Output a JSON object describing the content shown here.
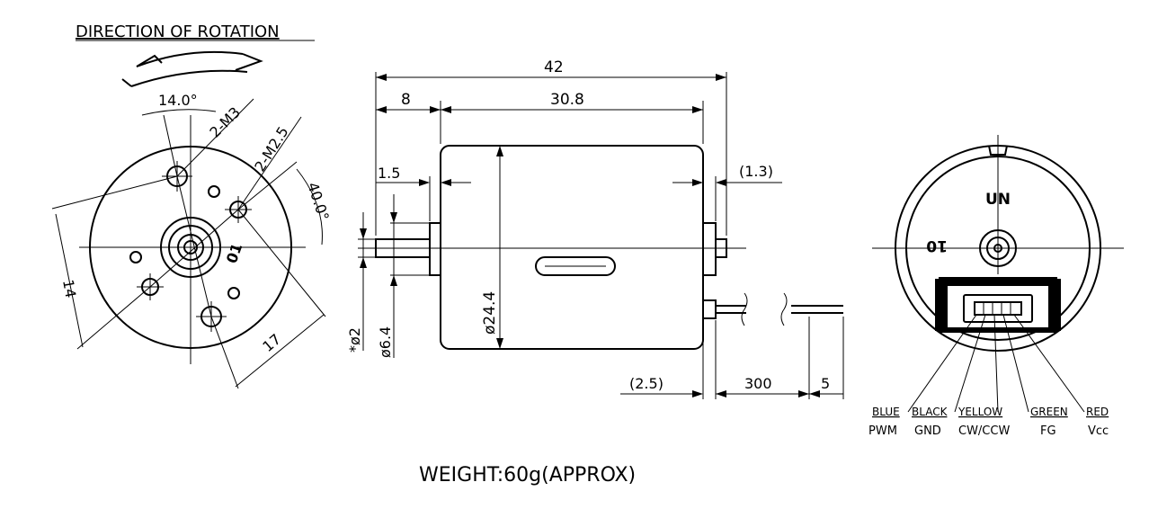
{
  "front_view": {
    "heading": "DIRECTION OF ROTATION",
    "dims": {
      "angle_top": "14.0°",
      "thread_m3": "2-M3",
      "thread_m25": "2-M2.5",
      "angle_right": "40.0°",
      "span_left": "14",
      "span_bottom": "17",
      "marking": "01"
    }
  },
  "side_view": {
    "dims": {
      "overall": "42",
      "shaft": "8",
      "body": "30.8",
      "flange": "1.5",
      "end_cap": "(1.3)",
      "body_dia": "ø24.4",
      "shaft_dia": "*ø2",
      "boss_dia": "ø6.4",
      "lead_offset": "(2.5)",
      "lead_length": "300",
      "strip": "5"
    }
  },
  "rear_view": {
    "marking_top": "UN",
    "marking_left": "10",
    "wires": [
      {
        "color": "BLUE",
        "signal": "PWM"
      },
      {
        "color": "BLACK",
        "signal": "GND"
      },
      {
        "color": "YELLOW",
        "signal": "CW/CCW"
      },
      {
        "color": "GREEN",
        "signal": "FG"
      },
      {
        "color": "RED",
        "signal": "Vcc"
      }
    ]
  },
  "weight": "WEIGHT:60g(APPROX)"
}
